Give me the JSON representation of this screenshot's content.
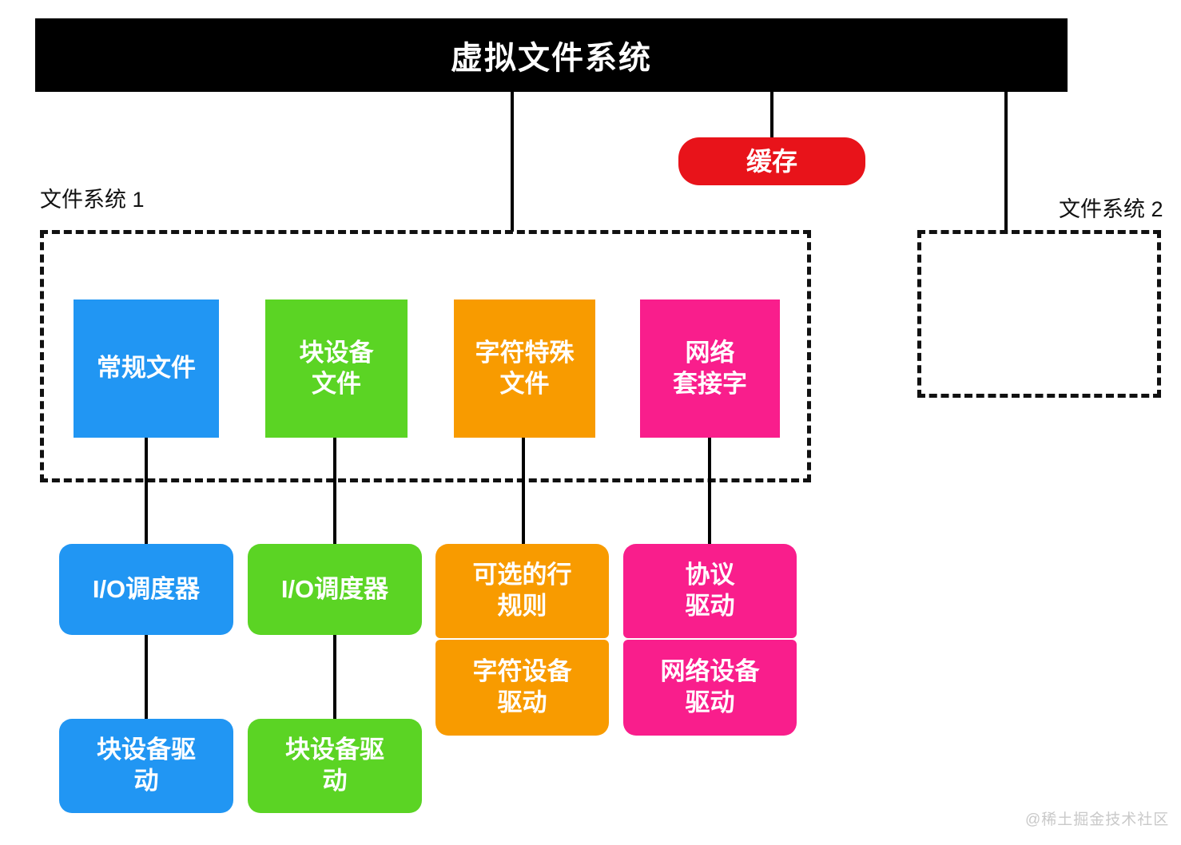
{
  "diagram": {
    "title": "虚拟文件系统",
    "title_bg": "#000000",
    "title_color": "#ffffff",
    "watermark": "@稀土掘金技术社区"
  },
  "cache": {
    "label": "缓存",
    "color": "#E8131A"
  },
  "groups": [
    {
      "id": "fs1",
      "label": "文件系统 1"
    },
    {
      "id": "fs2",
      "label": "文件系统 2"
    }
  ],
  "file_types": [
    {
      "label": "常规文件",
      "color": "#2196F3"
    },
    {
      "label": "块设备\n文件",
      "color": "#5BD424"
    },
    {
      "label": "字符特殊\n文件",
      "color": "#F89B00"
    },
    {
      "label": "网络\n套接字",
      "color": "#F91E8C"
    }
  ],
  "drivers": {
    "column1": [
      {
        "label": "I/O调度器",
        "color": "#2196F3"
      },
      {
        "label": "块设备驱\n动",
        "color": "#2196F3"
      }
    ],
    "column2": [
      {
        "label": "I/O调度器",
        "color": "#5BD424"
      },
      {
        "label": "块设备驱\n动",
        "color": "#5BD424"
      }
    ],
    "column3": [
      {
        "label": "可选的行\n规则",
        "color": "#F89B00"
      },
      {
        "label": "字符设备\n驱动",
        "color": "#F89B00"
      }
    ],
    "column4": [
      {
        "label": "协议\n驱动",
        "color": "#F91E8C"
      },
      {
        "label": "网络设备\n驱动",
        "color": "#F91E8C"
      }
    ]
  },
  "colors": {
    "blue": "#2196F3",
    "green": "#5BD424",
    "orange": "#F89B00",
    "pink": "#F91E8C",
    "red": "#E8131A",
    "black": "#000000"
  }
}
